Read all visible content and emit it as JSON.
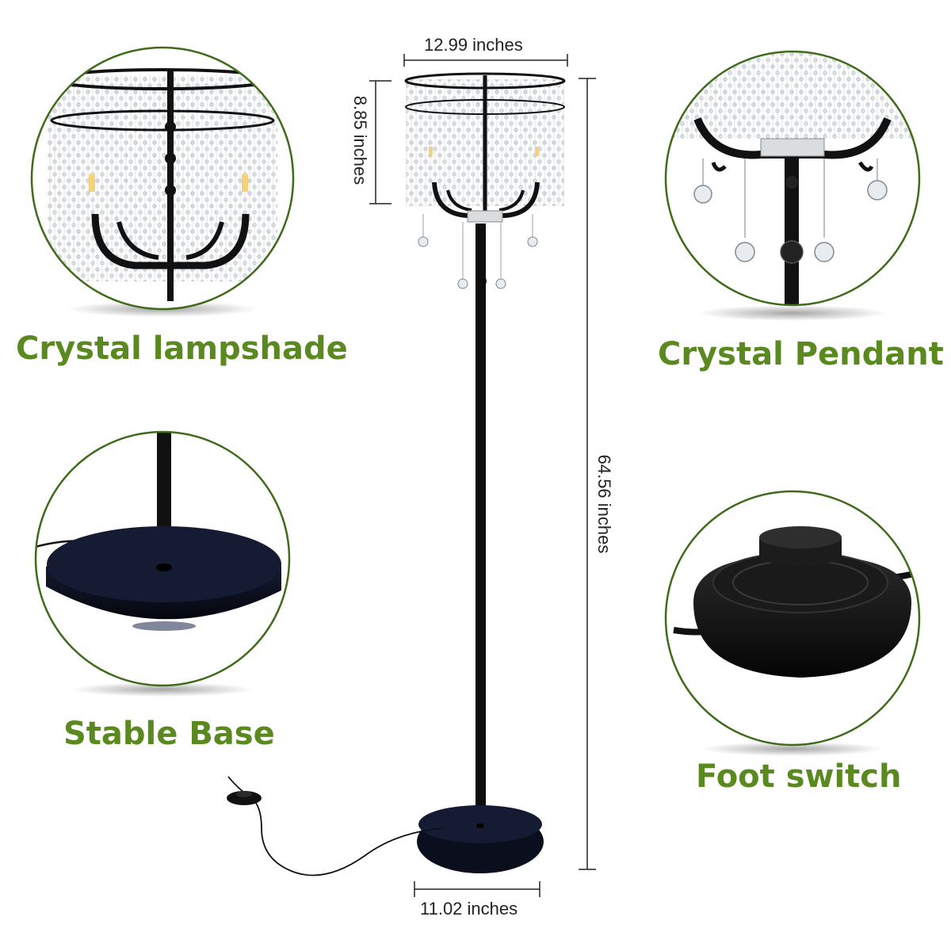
{
  "features": {
    "crystal_lampshade": "Crystal lampshade",
    "crystal_pendant": "Crystal Pendant",
    "stable_base": "Stable Base",
    "foot_switch": "Foot switch"
  },
  "dimensions": {
    "shade_width": "12.99 inches",
    "shade_height": "8.85 inches",
    "total_height": "64.56 inches",
    "base_width": "11.02 inches"
  },
  "colors": {
    "label_green": "#5a8a1f",
    "circle_border": "#3f6b1b",
    "lamp_black": "#111111",
    "crystal": "#cfd6dc"
  }
}
